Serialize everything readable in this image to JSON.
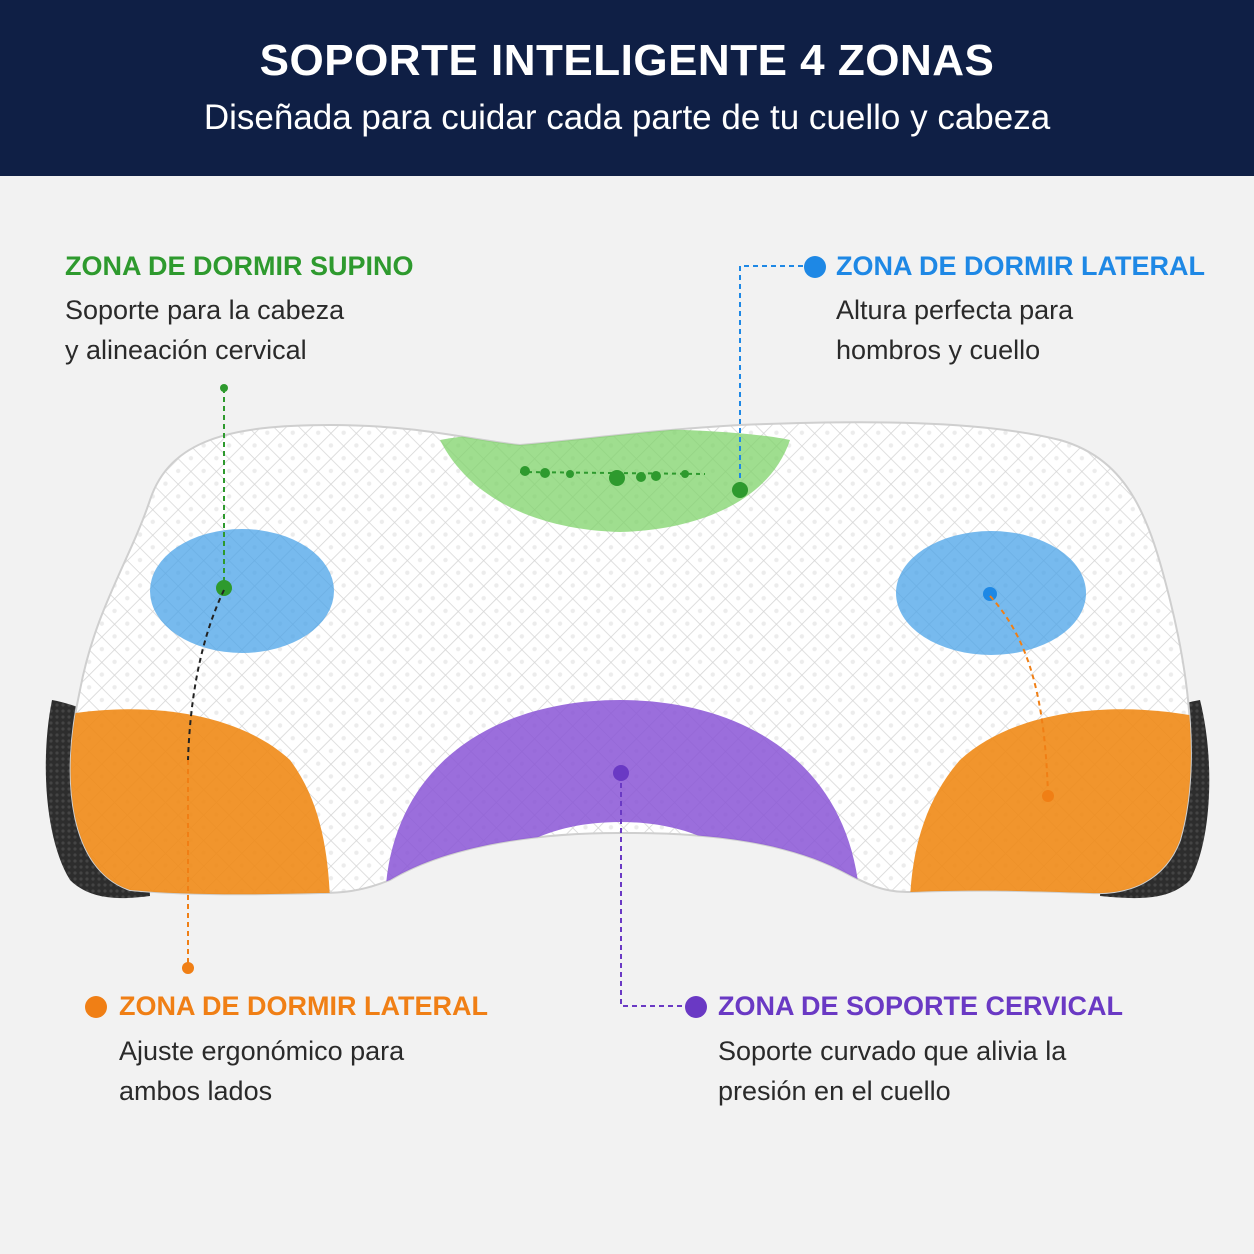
{
  "header": {
    "title": "SOPORTE INTELIGENTE 4 ZONAS",
    "subtitle": "Diseñada para cuidar cada parte de tu cuello y cabeza"
  },
  "colors": {
    "banner": "#0f1f45",
    "supine": "#2e9a2e",
    "lateral_top": "#1e88e5",
    "lateral_bottom": "#f07f15",
    "cervical": "#6a39c4"
  },
  "zones": {
    "supine": {
      "title": "ZONA DE DORMIR SUPINO",
      "line1": "Soporte para la cabeza",
      "line2": "y alineación cervical"
    },
    "lateral_top": {
      "title": "ZONA DE DORMIR LATERAL",
      "line1": "Altura perfecta para",
      "line2": "hombros y cuello"
    },
    "lateral_bottom": {
      "title": "ZONA DE DORMIR LATERAL",
      "line1": "Ajuste ergonómico para",
      "line2": "ambos lados"
    },
    "cervical": {
      "title": "ZONA DE SOPORTE CERVICAL",
      "line1": "Soporte curvado que alivia la",
      "line2": "presión en el cuello"
    }
  }
}
